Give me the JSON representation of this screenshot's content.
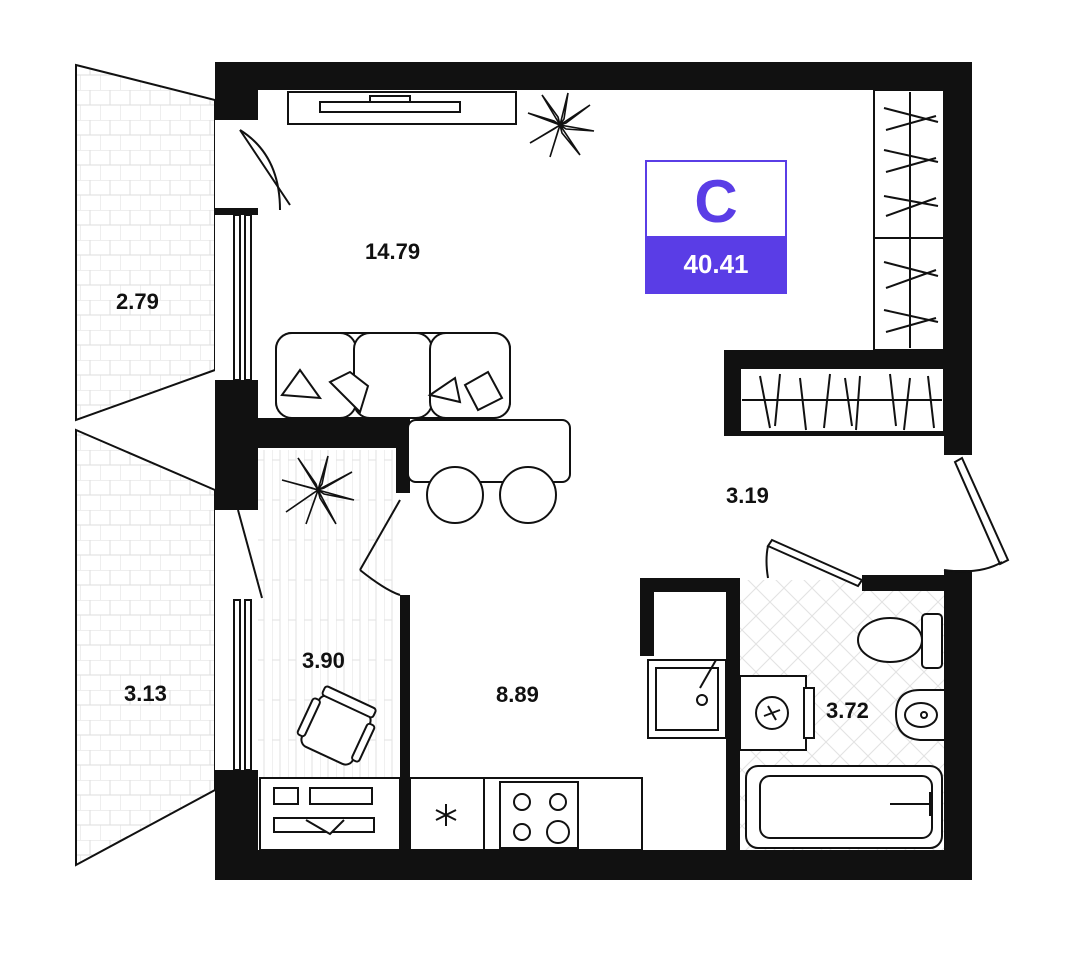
{
  "apartment": {
    "type_letter": "С",
    "total_area": "40.41",
    "accent_color": "#5a3de6"
  },
  "rooms": {
    "living": "14.79",
    "balcony_top": "2.79",
    "balcony_bottom": "3.13",
    "hall": "3.19",
    "study": "3.90",
    "kitchen": "8.89",
    "bathroom": "3.72"
  },
  "icons": [
    "plant-icon",
    "sofa-icon",
    "tv-icon",
    "wardrobe-icon",
    "chair-icon",
    "desk-icon",
    "fridge-icon",
    "stove-icon",
    "sink-icon",
    "toilet-icon",
    "washing-machine-icon",
    "bathtub-icon"
  ]
}
